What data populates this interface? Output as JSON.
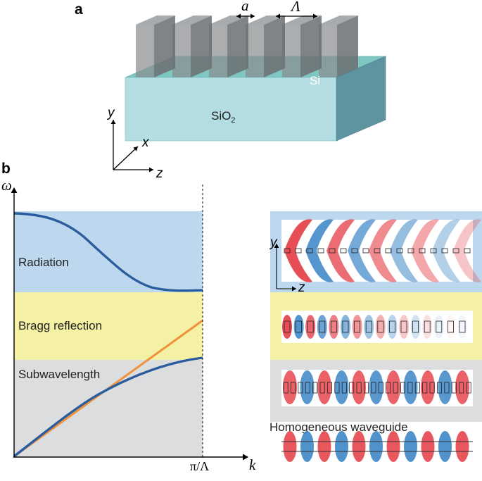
{
  "panels": {
    "a": "a",
    "b": "b"
  },
  "schematic": {
    "period_label": "a",
    "pitch_label": "Λ",
    "si_label": "Si",
    "substrate_label": "SiO",
    "substrate_sub": "2",
    "axes": {
      "y": "y",
      "x": "x",
      "z": "z"
    }
  },
  "band_diagram": {
    "y_axis": "ω",
    "x_axis": "k",
    "boundary_tick": "π/Λ",
    "regions": [
      "Radiation",
      "Bragg reflection",
      "Subwavelength"
    ],
    "region_colors": {
      "radiation": "#bdd7ee",
      "bragg": "#f4f1a4",
      "subwavelength": "#dcdddf"
    },
    "curve_colors": {
      "bands": "#2b5d9e",
      "light_line": "#f0923c"
    }
  },
  "field_maps": {
    "axes": {
      "y": "y",
      "z": "z"
    },
    "homogeneous_label": "Homogeneous waveguide"
  }
}
